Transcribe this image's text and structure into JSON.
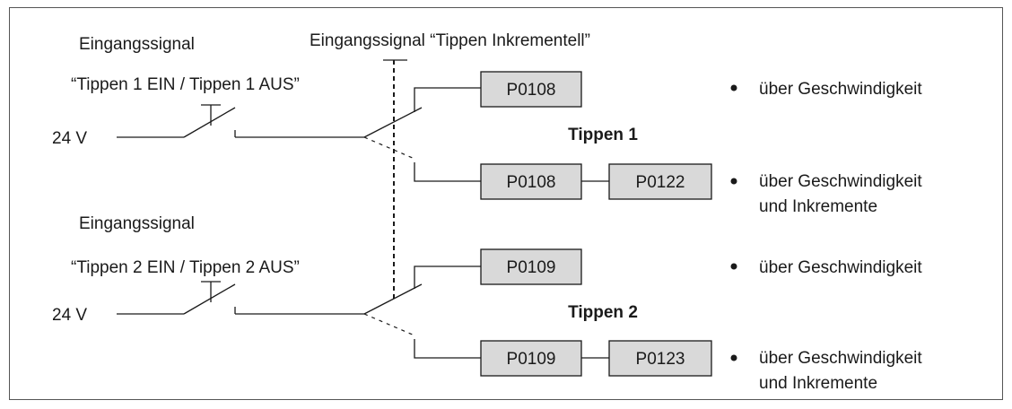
{
  "input_signal_label": "Eingangssignal",
  "incremental_signal_label": "Eingangssignal “Tippen Inkrementell”",
  "groups": [
    {
      "switch_label": "“Tippen 1 EIN / Tippen 1 AUS”",
      "supply_label": "24 V",
      "center_label": "Tippen 1",
      "box_a": "P0108",
      "box_b1": "P0108",
      "box_b2": "P0122",
      "mode_a": "über Geschwindigkeit",
      "mode_b_line1": "über Geschwindigkeit",
      "mode_b_line2": "und Inkremente"
    },
    {
      "switch_label": "“Tippen 2 EIN / Tippen 2 AUS”",
      "supply_label": "24 V",
      "center_label": "Tippen 2",
      "box_a": "P0109",
      "box_b1": "P0109",
      "box_b2": "P0123",
      "mode_a": "über Geschwindigkeit",
      "mode_b_line1": "über Geschwindigkeit",
      "mode_b_line2": "und Inkremente"
    }
  ]
}
